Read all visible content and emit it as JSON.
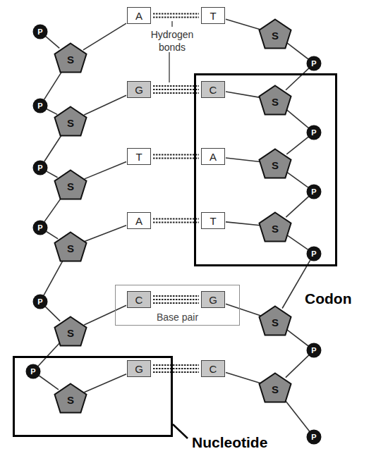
{
  "diagram": {
    "nodes": [
      {
        "text": [
          "P"
        ]
      },
      {
        "text": [
          "S"
        ]
      },
      {
        "text": [
          "A"
        ]
      },
      {
        "text": [
          "T"
        ]
      },
      {
        "text": [
          "S"
        ]
      },
      {
        "text": [
          "P"
        ]
      },
      {
        "text": [
          "Codon"
        ]
      },
      {
        "text": [
          "P"
        ]
      },
      {
        "text": [
          "S"
        ]
      },
      {
        "text": [
          "G"
        ]
      },
      {
        "text": [
          "C"
        ],
        "in": 6
      },
      {
        "text": [
          "S"
        ],
        "in": 6
      },
      {
        "text": [
          "P"
        ],
        "in": 6
      },
      {
        "text": [
          "P"
        ]
      },
      {
        "text": [
          "S"
        ]
      },
      {
        "text": [
          "T"
        ]
      },
      {
        "text": [
          "A"
        ],
        "in": 6
      },
      {
        "text": [
          "S"
        ],
        "in": 6
      },
      {
        "text": [
          "P"
        ],
        "in": 6
      },
      {
        "text": [
          "P"
        ]
      },
      {
        "text": [
          "S"
        ]
      },
      {
        "text": [
          "A"
        ]
      },
      {
        "text": [
          "T"
        ],
        "in": 6
      },
      {
        "text": [
          "S"
        ],
        "in": 6
      },
      {
        "text": [
          "P"
        ],
        "in": 6
      },
      {
        "text": [
          "Base pair"
        ]
      },
      {
        "text": [
          "P"
        ]
      },
      {
        "text": [
          "S"
        ]
      },
      {
        "text": [
          "C"
        ],
        "in": 25
      },
      {
        "text": [
          "G"
        ],
        "in": 25
      },
      {
        "text": [
          "S"
        ]
      },
      {
        "text": [
          "P"
        ]
      },
      {
        "text": [
          "Nucleotide"
        ]
      },
      {
        "text": [
          "P"
        ],
        "in": 32
      },
      {
        "text": [
          "S"
        ],
        "in": 32
      },
      {
        "text": [
          "G"
        ],
        "in": 32
      },
      {
        "text": [
          "C"
        ]
      },
      {
        "text": [
          "S"
        ]
      },
      {
        "text": [
          "P"
        ]
      }
    ],
    "edges": [
      {
        "from": 0,
        "to": 1,
        "arrow": "none"
      },
      {
        "from": 1,
        "to": 7,
        "arrow": "none"
      },
      {
        "from": 7,
        "to": 8,
        "arrow": "none"
      },
      {
        "from": 8,
        "to": 13,
        "arrow": "none"
      },
      {
        "from": 13,
        "to": 14,
        "arrow": "none"
      },
      {
        "from": 14,
        "to": 19,
        "arrow": "none"
      },
      {
        "from": 19,
        "to": 20,
        "arrow": "none"
      },
      {
        "from": 20,
        "to": 26,
        "arrow": "none"
      },
      {
        "from": 26,
        "to": 27,
        "arrow": "none"
      },
      {
        "from": 27,
        "to": 33,
        "arrow": "none"
      },
      {
        "from": 33,
        "to": 34,
        "arrow": "none"
      },
      {
        "from": 1,
        "to": 2,
        "arrow": "none"
      },
      {
        "from": 8,
        "to": 9,
        "arrow": "none"
      },
      {
        "from": 14,
        "to": 15,
        "arrow": "none"
      },
      {
        "from": 20,
        "to": 21,
        "arrow": "none"
      },
      {
        "from": 27,
        "to": 28,
        "arrow": "none"
      },
      {
        "from": 34,
        "to": 35,
        "arrow": "none"
      },
      {
        "from": 2,
        "to": 3,
        "arrow": "none"
      },
      {
        "from": 9,
        "to": 10,
        "arrow": "none"
      },
      {
        "from": 15,
        "to": 16,
        "arrow": "none"
      },
      {
        "from": 21,
        "to": 22,
        "arrow": "none"
      },
      {
        "from": 28,
        "to": 29,
        "arrow": "none"
      },
      {
        "from": 35,
        "to": 36,
        "arrow": "none"
      },
      {
        "from": 3,
        "to": 4,
        "arrow": "none"
      },
      {
        "from": 10,
        "to": 11,
        "arrow": "none"
      },
      {
        "from": 16,
        "to": 17,
        "arrow": "none"
      },
      {
        "from": 22,
        "to": 23,
        "arrow": "none"
      },
      {
        "from": 29,
        "to": 30,
        "arrow": "none"
      },
      {
        "from": 36,
        "to": 37,
        "arrow": "none"
      },
      {
        "from": 4,
        "to": 5,
        "arrow": "none"
      },
      {
        "from": 5,
        "to": 11,
        "arrow": "none"
      },
      {
        "from": 11,
        "to": 12,
        "arrow": "none"
      },
      {
        "from": 12,
        "to": 17,
        "arrow": "none"
      },
      {
        "from": 17,
        "to": 18,
        "arrow": "none"
      },
      {
        "from": 18,
        "to": 23,
        "arrow": "none"
      },
      {
        "from": 23,
        "to": 24,
        "arrow": "none"
      },
      {
        "from": 24,
        "to": 30,
        "arrow": "none"
      },
      {
        "from": 30,
        "to": 31,
        "arrow": "none"
      },
      {
        "from": 31,
        "to": 37,
        "arrow": "none"
      },
      {
        "from": 37,
        "to": 38,
        "arrow": "none"
      }
    ],
    "labels": [
      "Hydrogen bonds"
    ]
  }
}
